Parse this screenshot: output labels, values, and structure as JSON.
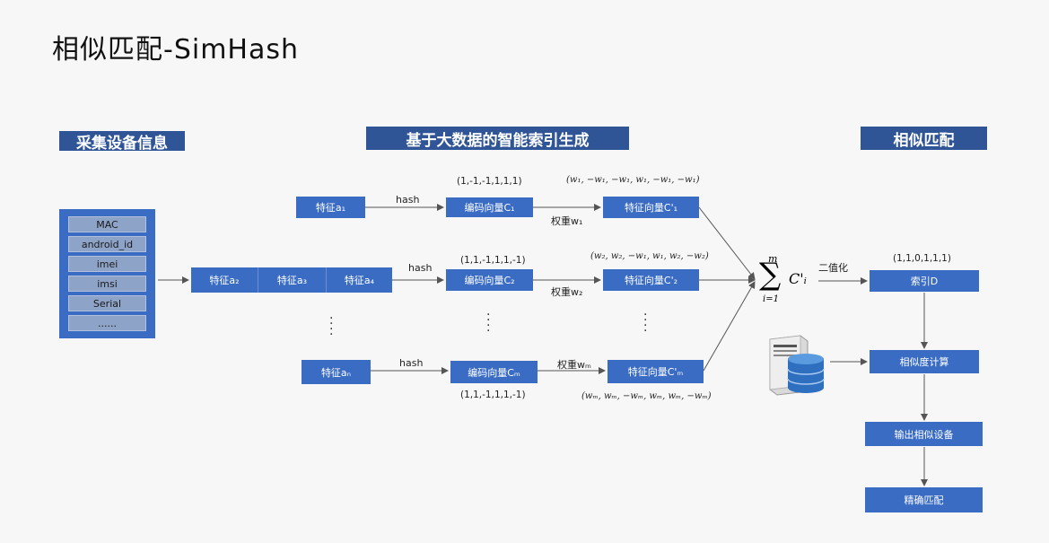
{
  "title": "相似匹配-SimHash",
  "headers": {
    "collect": "采集设备信息",
    "build": "基于大数据的智能索引生成",
    "match": "相似匹配"
  },
  "device_info": [
    "MAC",
    "android_id",
    "imei",
    "imsi",
    "Serial",
    "......"
  ],
  "features": {
    "a1": "特征a₁",
    "a2": "特征a₂",
    "a3": "特征a₃",
    "a4": "特征a₄",
    "an": "特征aₙ"
  },
  "hash_label": "hash",
  "rows": [
    {
      "code": "编码向量C₁",
      "code_vec": "(1,-1,-1,1,1,1)",
      "weight": "权重w₁",
      "feat": "特征向量C'₁",
      "feat_vec": "(w₁, −w₁, −w₁, w₁, −w₁, −w₁)"
    },
    {
      "code": "编码向量C₂",
      "code_vec": "(1,1,-1,1,1,-1)",
      "weight": "权重w₂",
      "feat": "特征向量C'₂",
      "feat_vec": "(w₂, w₂, −w₁, w₁, w₂, −w₂)"
    },
    {
      "code": "编码向量Cₘ",
      "code_vec": "(1,1,-1,1,1,-1)",
      "weight": "权重wₘ",
      "feat": "特征向量C'ₘ",
      "feat_vec": "(wₘ, wₘ, −wₘ, wₘ, wₘ, −wₘ)"
    }
  ],
  "sum": {
    "upper": "m",
    "lower": "i=1",
    "term": "C'ᵢ"
  },
  "binarize_label": "二值化",
  "index_vec": "(1,1,0,1,1,1)",
  "index_label": "索引D",
  "steps": {
    "similarity": "相似度计算",
    "output": "输出相似设备",
    "exact": "精确匹配"
  }
}
